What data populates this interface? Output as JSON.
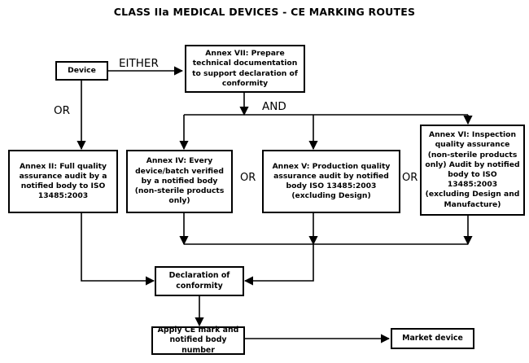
{
  "diagram": {
    "title": "CLASS IIa MEDICAL DEVICES - CE MARKING ROUTES",
    "type": "flowchart",
    "colors": {
      "background": "#ffffff",
      "stroke": "#000000",
      "text": "#000000"
    },
    "nodes": {
      "device": "Device",
      "annex_vii": "Annex VII: Prepare technical documentation to support declaration of conformity",
      "annex_ii": "Annex II: Full quality assurance audit by a notified body to ISO 13485:2003",
      "annex_iv": "Annex IV: Every device/batch verified by a notified body (non-sterile products only)",
      "annex_v": "Annex V: Production quality assurance audit by notified body ISO 13485:2003 (excluding Design)",
      "annex_vi": "Annex VI: Inspection quality assurance (non-sterile products only) Audit by notified body to ISO 13485:2003 (excluding Design and Manufacture)",
      "declaration": "Declaration of conformity",
      "apply_ce": "Apply CE mark and notified body number",
      "market": "Market device"
    },
    "connector_labels": {
      "either": "EITHER",
      "or_left": "OR",
      "and": "AND",
      "or_iv_v": "OR",
      "or_v_vi": "OR"
    }
  }
}
